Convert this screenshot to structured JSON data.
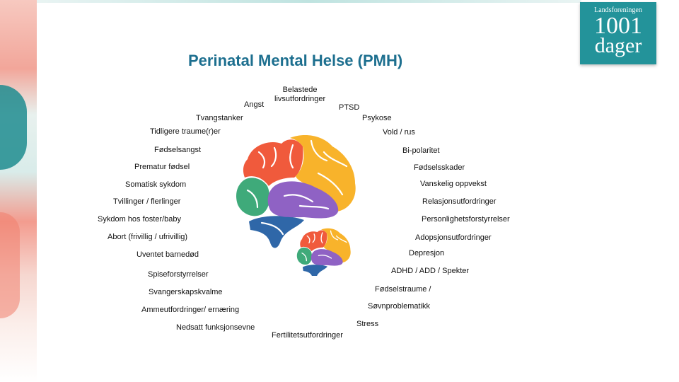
{
  "logo": {
    "line1": "Landsforeningen",
    "line2": "1001",
    "line3": "dager"
  },
  "title": "Perinatal Mental Helse (PMH)",
  "labels": {
    "top_line1": "Belastede",
    "top_line2": "livsutfordringer",
    "angst": "Angst",
    "ptsd": "PTSD",
    "tvangstanker": "Tvangstanker",
    "psykose": "Psykose",
    "tidligere_traume": "Tidligere traume(r)er",
    "vold_rus": "Vold / rus",
    "fodselsangst": "Fødselsangst",
    "bipolaritet": "Bi-polaritet",
    "prematur": "Prematur fødsel",
    "fodselsskader": "Fødselsskader",
    "somatisk": "Somatisk sykdom",
    "vanskelig": "Vanskelig oppvekst",
    "tvillinger": "Tvillinger / flerlinger",
    "relasjon": "Relasjonsutfordringer",
    "sykdom_foster": "Sykdom hos foster/baby",
    "personlighet": "Personlighetsforstyrrelser",
    "abort": "Abort (frivillig / ufrivillig)",
    "adopsjon": "Adopsjonsutfordringer",
    "uventet": "Uventet barnedød",
    "depresjon": "Depresjon",
    "spise": "Spiseforstyrrelser",
    "adhd": "ADHD / ADD / Spekter",
    "svangerskap": "Svangerskapskvalme",
    "fodselstraume": "Fødselstraume /",
    "ammeutfordringer": "Ammeutfordringer/ ernæring",
    "sovn": "Søvnproblematikk",
    "nedsatt": "Nedsatt funksjonsevne",
    "stress": "Stress",
    "fertilitet": "Fertilitetsutfordringer"
  },
  "colors": {
    "title": "#1d6f8f",
    "logo_bg": "#23939a",
    "brain_red": "#f05a3c",
    "brain_yellow": "#f8b32b",
    "brain_green": "#3faa7a",
    "brain_purple": "#8f62c4",
    "brain_blue": "#2f67a8"
  }
}
